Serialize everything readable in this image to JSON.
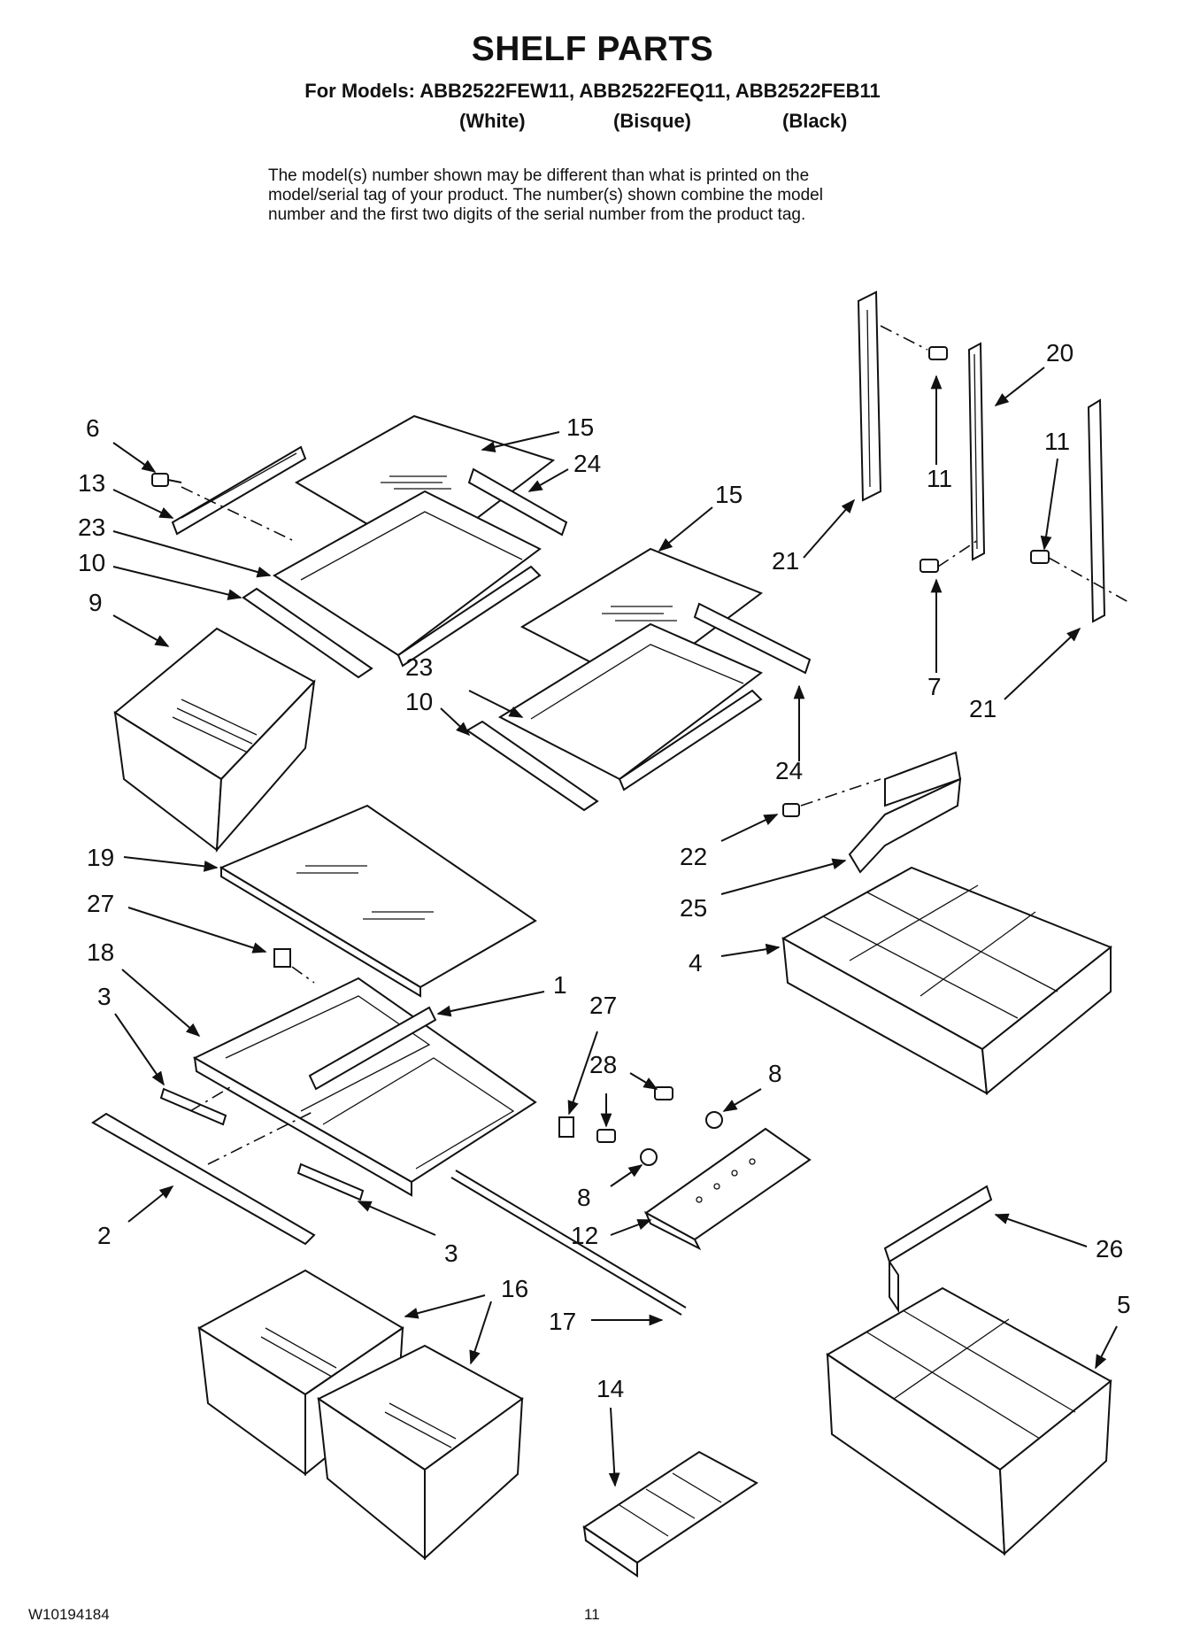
{
  "header": {
    "title": "SHELF PARTS",
    "models_line": "For Models: ABB2522FEW11, ABB2522FEQ11, ABB2522FEB11",
    "color_white": "(White)",
    "color_bisque": "(Bisque)",
    "color_black": "(Black)"
  },
  "disclaimer": {
    "line1": "The model(s) number shown may be different than what is printed on the",
    "line2": "model/serial tag of your product. The number(s) shown combine the model",
    "line3": "number and the first two digits of the serial number from the product tag."
  },
  "callouts": {
    "c1": "1",
    "c2": "2",
    "c3a": "3",
    "c3b": "3",
    "c4": "4",
    "c5": "5",
    "c6": "6",
    "c7": "7",
    "c8a": "8",
    "c8b": "8",
    "c9": "9",
    "c10a": "10",
    "c10b": "10",
    "c11a": "11",
    "c11b": "11",
    "c12": "12",
    "c13": "13",
    "c14": "14",
    "c15a": "15",
    "c15b": "15",
    "c16": "16",
    "c17": "17",
    "c18": "18",
    "c19": "19",
    "c20": "20",
    "c21a": "21",
    "c21b": "21",
    "c22": "22",
    "c23a": "23",
    "c23b": "23",
    "c24a": "24",
    "c24b": "24",
    "c25": "25",
    "c26": "26",
    "c27a": "27",
    "c27b": "27",
    "c28": "28"
  },
  "footer": {
    "doc_number": "W10194184",
    "page_number": "11"
  }
}
